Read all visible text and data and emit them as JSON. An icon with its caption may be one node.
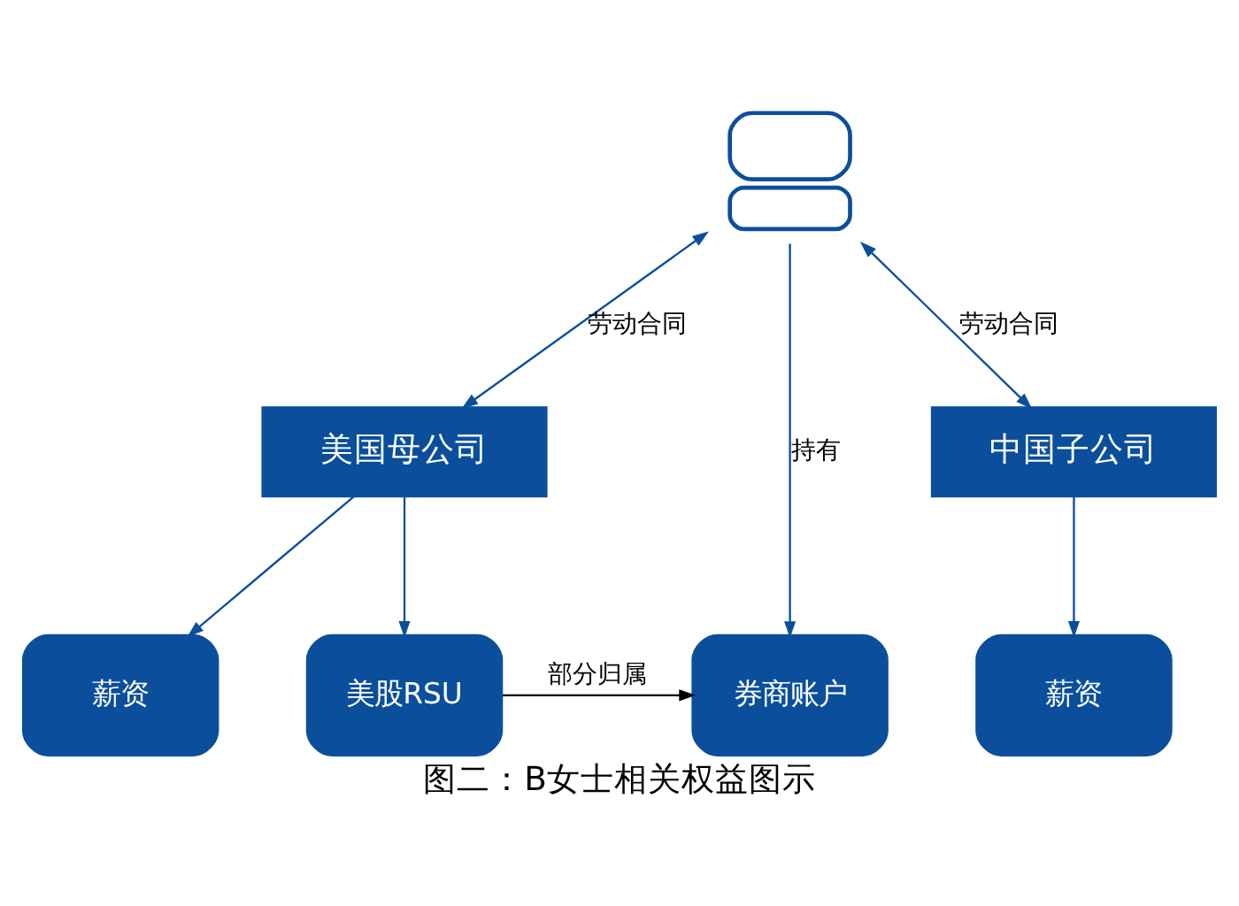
{
  "diagram": {
    "caption": "图二：B女士相关权益图示",
    "nodes": [
      {
        "text": [],
        "shape": "person"
      },
      {
        "text": [
          "美国母公司"
        ]
      },
      {
        "text": [
          "中国子公司"
        ]
      },
      {
        "text": [
          "薪资"
        ]
      },
      {
        "text": [
          "美股RSU"
        ]
      },
      {
        "text": [
          "券商账户"
        ]
      },
      {
        "text": [
          "薪资"
        ]
      }
    ],
    "edges": [
      {
        "from": 0,
        "to": 1,
        "arrow": "both",
        "label": "劳动合同"
      },
      {
        "from": 0,
        "to": 5,
        "arrow": "to",
        "label": "持有"
      },
      {
        "from": 0,
        "to": 2,
        "arrow": "both",
        "label": "劳动合同"
      },
      {
        "from": 1,
        "to": 3,
        "arrow": "to"
      },
      {
        "from": 1,
        "to": 4,
        "arrow": "to"
      },
      {
        "from": 4,
        "to": 5,
        "arrow": "to",
        "label": "部分归属",
        "color": "#000000"
      },
      {
        "from": 2,
        "to": 6,
        "arrow": "to"
      }
    ]
  }
}
